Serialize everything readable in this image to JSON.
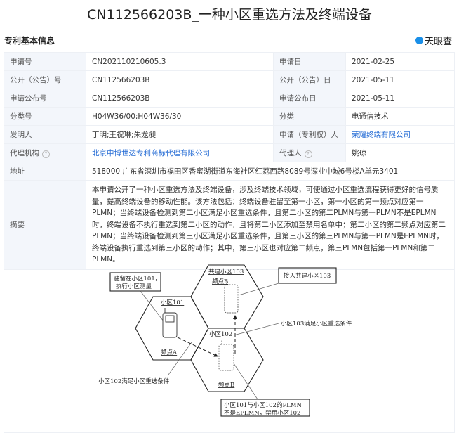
{
  "title": "CN112566203B_一种小区重选方法及终端设备",
  "section_title": "专利基本信息",
  "brand": "天眼查",
  "rows": [
    {
      "l1": "申请号",
      "v1": "CN202110210605.3",
      "l2": "申请日",
      "v2": "2021-02-25"
    },
    {
      "l1": "公开（公告）号",
      "v1": "CN112566203B",
      "l2": "公开（公告）日",
      "v2": "2021-05-11"
    },
    {
      "l1": "申请公布号",
      "v1": "CN112566203B",
      "l2": "申请公布日",
      "v2": "2021-05-11"
    },
    {
      "l1": "分类号",
      "v1": "H04W36/00;H04W36/30",
      "l2": "分类",
      "v2": "电通信技术"
    },
    {
      "l1": "发明人",
      "v1": "丁明;王祝琳;朱龙昶",
      "l2": "申请（专利权）人",
      "v2": "荣耀终端有限公司"
    },
    {
      "l1": "代理机构",
      "v1": "北京中博世达专利商标代理有限公司",
      "l2": "代理人",
      "v2": "姚琼"
    }
  ],
  "address": {
    "label": "地址",
    "value": "518000 广东省深圳市福田区香蜜湖街道东海社区红荔西路8089号深业中城6号楼A单元3401"
  },
  "abstract": {
    "label": "摘要",
    "text": "本申请公开了一种小区重选方法及终端设备，涉及终端技术领域，可使通过小区重选流程获得更好的信号质量，提高终端设备的移动性能。该方法包括：终端设备驻留至第一小区，第一小区的第一频点对应第一PLMN；当终端设备检测到第二小区满足小区重选条件，且第二小区的第二PLMN与第一PLMN不是EPLMN时，终端设备不执行重选到第二小区的动作，且将第二小区添加至禁用名单中；第二小区的第二频点对应第二PLMN；当终端设备检测到第三小区满足小区重选条件，且第三小区的第三PLMN与第一PLMN是EPLMN时，终端设备执行重选到第三小区的动作；其中，第三小区也对应第二频点，第三PLMN包括第一PLMN和第二PLMN。"
  },
  "help_icon": "question-circle-icon",
  "link_color": "#2a6fd6",
  "figure": {
    "box_camp": [
      "驻留在小区101，",
      "执行小区测量"
    ],
    "box_access": "接入共建小区103",
    "cell103": "共建小区103",
    "freq_b_top": "频点B",
    "cell101": "小区101",
    "freq_a": "频点A",
    "cell102": "小区102",
    "freq_b_bottom": "频点B",
    "cond103": "小区103满足小区重选条件",
    "cond102": "小区102满足小区重选条件",
    "box_bar": [
      "小区101与小区102的PLMN",
      "不是EPLMN，禁用小区102"
    ]
  }
}
